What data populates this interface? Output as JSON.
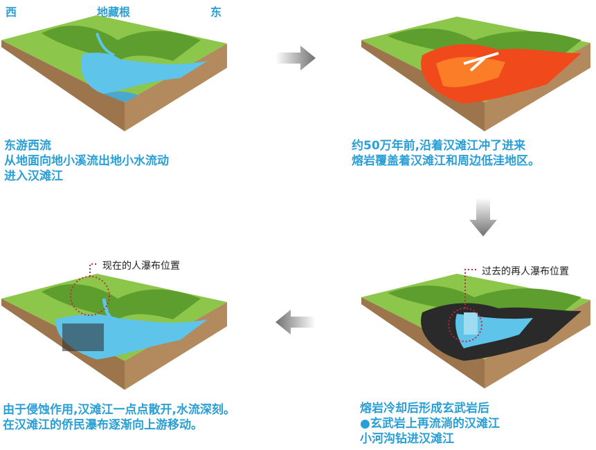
{
  "compass": {
    "west": "西",
    "center": "地藏根",
    "east": "东"
  },
  "panels": [
    {
      "caption": [
        "东游西流",
        "从地面向地小溪流出地小水流动",
        "进入汉滩江"
      ]
    },
    {
      "caption": [
        "约50万年前,沿着汉滩江冲了进来",
        "熔岩覆盖着汉滩江和周边低洼地区。"
      ]
    },
    {
      "caption": [
        "熔岩冷却后形成玄武岩后",
        "●玄武岩上再流淌的汉滩江",
        "小河沟钻进汉滩江"
      ],
      "note": "过去的再人瀑布位置"
    },
    {
      "caption": [
        "由于侵蚀作用,汉滩江一点点散开,水流深刻。",
        "在汉滩江的侨民瀑布逐渐向上游移动。"
      ],
      "note": "现在的人瀑布位置"
    }
  ],
  "colors": {
    "caption": "#2a9fd6",
    "grass": "#7cbf3c",
    "soil": "#a07a52",
    "water": "#5fc4ea",
    "lava": "#f04a1c",
    "basalt": "#2a2a2a",
    "marker": "#c0283c"
  }
}
